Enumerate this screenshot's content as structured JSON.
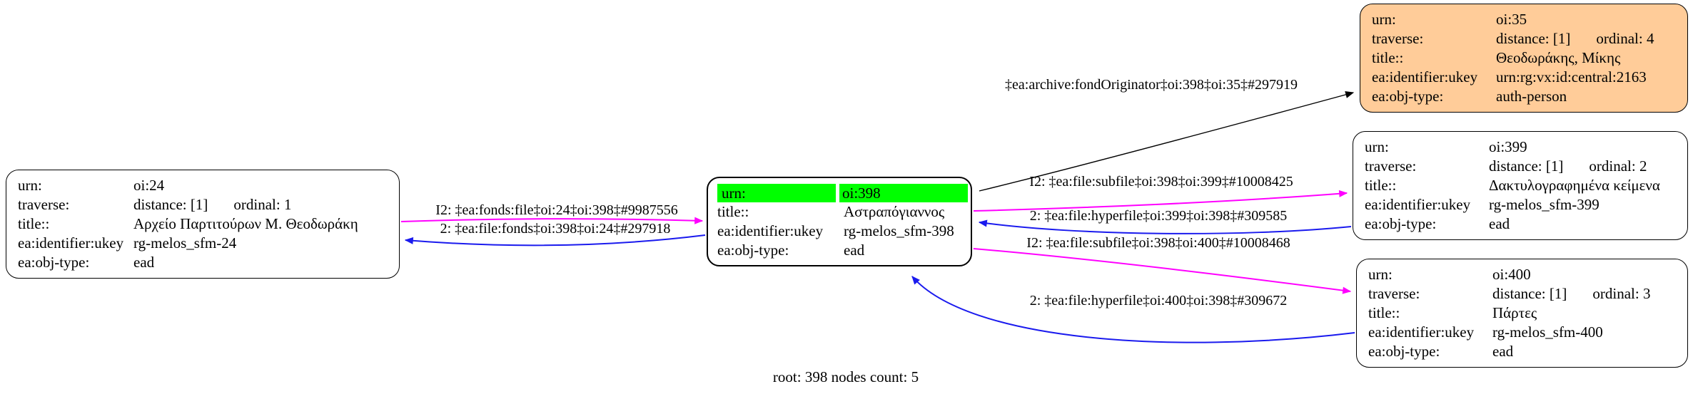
{
  "colors": {
    "magenta": "#ff00ff",
    "blue": "#1a1aee",
    "black": "#000000",
    "green": "#00ff00",
    "orange": "#ffcc99",
    "white": "#ffffff"
  },
  "footer": "root: 398 nodes count: 5",
  "nodes": {
    "oi24": {
      "rows": [
        {
          "label": "urn:",
          "value": "oi:24"
        },
        {
          "label": "traverse:",
          "value": "distance: [1]",
          "value2": "ordinal: 1"
        },
        {
          "label": "title::",
          "value": "Αρχείο Παρτιτούρων Μ. Θεοδωράκη"
        },
        {
          "label": "ea:identifier:ukey",
          "value": "rg-melos_sfm-24"
        },
        {
          "label": "ea:obj-type:",
          "value": "ead"
        }
      ]
    },
    "oi398": {
      "rows": [
        {
          "label": "urn:",
          "value": "oi:398"
        },
        {
          "label": "title::",
          "value": "Αστραπόγιαννος"
        },
        {
          "label": "ea:identifier:ukey",
          "value": "rg-melos_sfm-398"
        },
        {
          "label": "ea:obj-type:",
          "value": "ead"
        }
      ]
    },
    "oi35": {
      "rows": [
        {
          "label": "urn:",
          "value": "oi:35"
        },
        {
          "label": "traverse:",
          "value": "distance: [1]",
          "value2": "ordinal: 4"
        },
        {
          "label": "title::",
          "value": "Θεοδωράκης, Μίκης"
        },
        {
          "label": "ea:identifier:ukey",
          "value": "urn:rg:vx:id:central:2163"
        },
        {
          "label": "ea:obj-type:",
          "value": "auth-person"
        }
      ]
    },
    "oi399": {
      "rows": [
        {
          "label": "urn:",
          "value": "oi:399"
        },
        {
          "label": "traverse:",
          "value": "distance: [1]",
          "value2": "ordinal: 2"
        },
        {
          "label": "title::",
          "value": "Δακτυλογραφημένα κείμενα"
        },
        {
          "label": "ea:identifier:ukey",
          "value": "rg-melos_sfm-399"
        },
        {
          "label": "ea:obj-type:",
          "value": "ead"
        }
      ]
    },
    "oi400": {
      "rows": [
        {
          "label": "urn:",
          "value": "oi:400"
        },
        {
          "label": "traverse:",
          "value": "distance: [1]",
          "value2": "ordinal: 3"
        },
        {
          "label": "title::",
          "value": "Πάρτες"
        },
        {
          "label": "ea:identifier:ukey",
          "value": "rg-melos_sfm-400"
        },
        {
          "label": "ea:obj-type:",
          "value": "ead"
        }
      ]
    }
  },
  "edges": [
    {
      "label": "I2: ‡ea:fonds:file‡oi:24‡oi:398‡#9987556",
      "color": "#ff00ff"
    },
    {
      "label": "2: ‡ea:file:fonds‡oi:398‡oi:24‡#297918",
      "color": "#1a1aee"
    },
    {
      "label": "‡ea:archive:fondOriginator‡oi:398‡oi:35‡#297919",
      "color": "#000000"
    },
    {
      "label": "I2: ‡ea:file:subfile‡oi:398‡oi:399‡#10008425",
      "color": "#ff00ff"
    },
    {
      "label": "2: ‡ea:file:hyperfile‡oi:399‡oi:398‡#309585",
      "color": "#1a1aee"
    },
    {
      "label": "I2: ‡ea:file:subfile‡oi:398‡oi:400‡#10008468",
      "color": "#ff00ff"
    },
    {
      "label": "2: ‡ea:file:hyperfile‡oi:400‡oi:398‡#309672",
      "color": "#1a1aee"
    }
  ]
}
